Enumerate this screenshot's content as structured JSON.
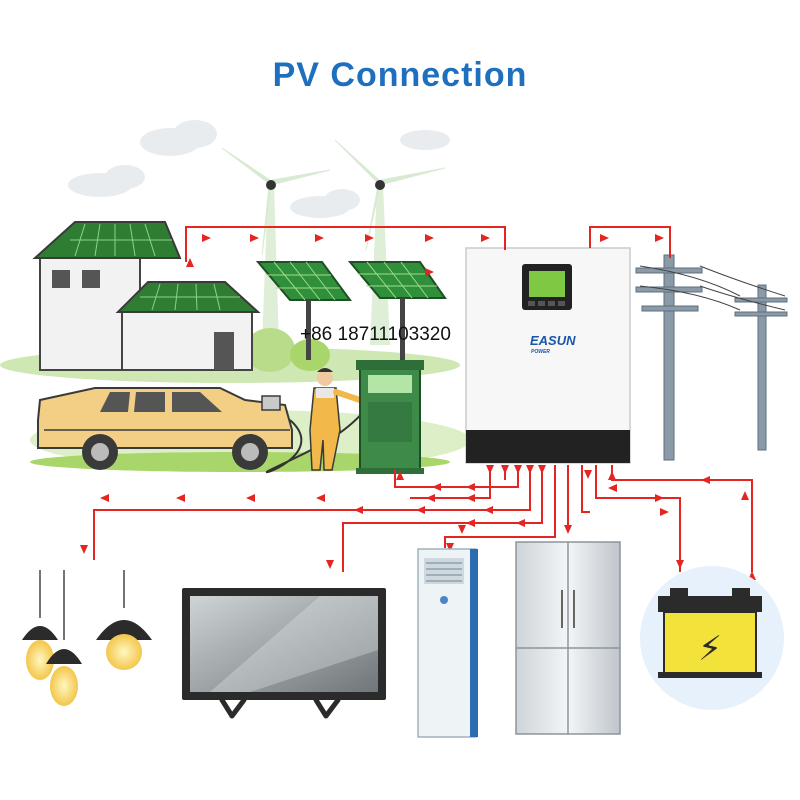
{
  "title": "PV Connection",
  "phone": "+86 18711103320",
  "inverter": {
    "brand": "EASUN",
    "brand_sub": "POWER"
  },
  "battery": {
    "symbol": "⚡"
  },
  "colors": {
    "title": "#1f6fbf",
    "wire": "#e52521",
    "panel": "#2f8f3a",
    "car": "#f2cf84",
    "house_wall": "#f2f2f2",
    "grass": "#a9d66a",
    "battery": "#f2e23a"
  },
  "icons": [
    "cloud-icon",
    "wind-turbine-icon",
    "house-icon",
    "solar-panel-icon",
    "car-icon",
    "worker-icon",
    "charging-station-icon",
    "inverter-icon",
    "power-pole-icon",
    "pendant-lamp-icon",
    "tv-icon",
    "air-conditioner-icon",
    "refrigerator-icon",
    "battery-icon",
    "arrow-icon"
  ]
}
